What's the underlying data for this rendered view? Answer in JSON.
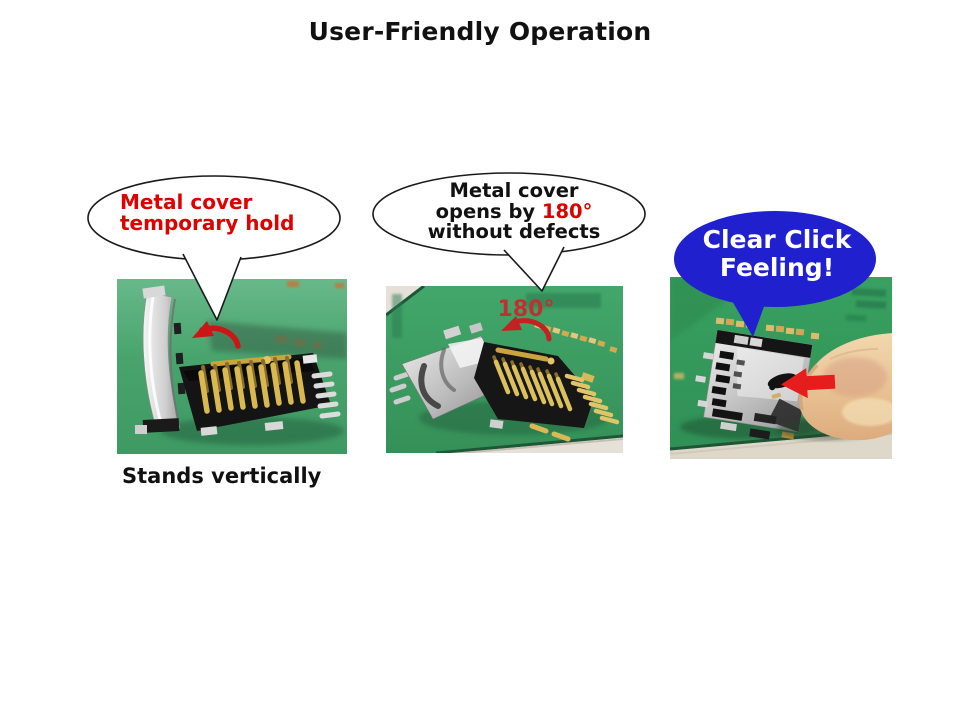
{
  "slide": {
    "title": "User-Friendly Operation"
  },
  "callouts": {
    "left": {
      "line1": "Metal cover",
      "line2": "temporary hold",
      "text_color": "#e00000",
      "fill": "#ffffff",
      "border": "#1a1a1a"
    },
    "middle": {
      "line1": "Metal cover",
      "line2_prefix": "opens by ",
      "line2_highlight": "180°",
      "line3": "without defects",
      "text_color": "#111111",
      "highlight_color": "#e00000",
      "fill": "#ffffff",
      "border": "#1a1a1a"
    },
    "right": {
      "line1": "Clear Click",
      "line2": "Feeling!",
      "text_color": "#ffffff",
      "fill": "#2020cf"
    }
  },
  "photos": {
    "left": {
      "caption": "Stands vertically"
    },
    "middle": {
      "angle_label": "180°"
    }
  },
  "colors": {
    "pcb_green": "#3fa065",
    "arrow_red": "#cc1515",
    "gold": "#d9b850",
    "metal": "#d9d9d9",
    "title_color": "#111111"
  }
}
